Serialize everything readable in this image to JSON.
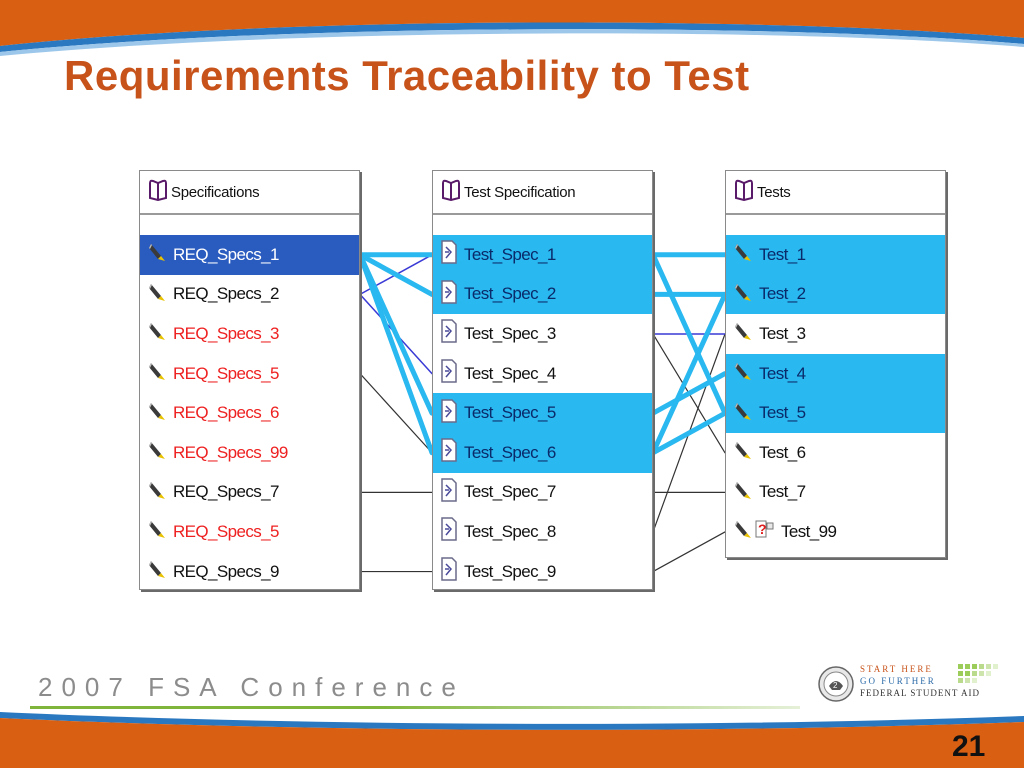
{
  "slide": {
    "title": "Requirements Traceability to Test",
    "conference": "2007 FSA Conference",
    "page_number": "21"
  },
  "logo": {
    "line1": "START HERE",
    "line2": "GO FURTHER",
    "line3": "FEDERAL STUDENT AID",
    "seal_icon": "department-seal-icon"
  },
  "colors": {
    "title": "#c8531a",
    "band_orange": "#d95f12",
    "band_blue": "#2a78c0",
    "highlight_dark": "#2a5bbf",
    "highlight_light": "#29b8ef",
    "link_strong": "#29b8ef",
    "link_selected": "#3a3ad6",
    "link_plain": "#333333",
    "red_text": "#ee2020",
    "conference_line": "#7fb53a"
  },
  "panels": {
    "specifications": {
      "header": "Specifications",
      "header_icon": "book-icon",
      "item_icon": "pencil-icon",
      "items": [
        {
          "label": "REQ_Specs_1",
          "style": "selected"
        },
        {
          "label": "REQ_Specs_2",
          "style": "normal"
        },
        {
          "label": "REQ_Specs_3",
          "style": "red"
        },
        {
          "label": "REQ_Specs_5",
          "style": "red"
        },
        {
          "label": "REQ_Specs_6",
          "style": "red"
        },
        {
          "label": "REQ_Specs_99",
          "style": "red"
        },
        {
          "label": "REQ_Specs_7",
          "style": "normal"
        },
        {
          "label": "REQ_Specs_5",
          "style": "red"
        },
        {
          "label": "REQ_Specs_9",
          "style": "normal"
        }
      ]
    },
    "test_specification": {
      "header": "Test Specification",
      "header_icon": "book-icon",
      "item_icon": "test-document-icon",
      "items": [
        {
          "label": "Test_Spec_1",
          "style": "highlight"
        },
        {
          "label": "Test_Spec_2",
          "style": "highlight"
        },
        {
          "label": "Test_Spec_3",
          "style": "normal"
        },
        {
          "label": "Test_Spec_4",
          "style": "normal"
        },
        {
          "label": "Test_Spec_5",
          "style": "highlight"
        },
        {
          "label": "Test_Spec_6",
          "style": "highlight"
        },
        {
          "label": "Test_Spec_7",
          "style": "normal"
        },
        {
          "label": "Test_Spec_8",
          "style": "normal"
        },
        {
          "label": "Test_Spec_9",
          "style": "normal"
        }
      ]
    },
    "tests": {
      "header": "Tests",
      "header_icon": "book-icon",
      "item_icon": "pencil-icon",
      "items": [
        {
          "label": "Test_1",
          "style": "highlight"
        },
        {
          "label": "Test_2",
          "style": "highlight"
        },
        {
          "label": "Test_3",
          "style": "normal"
        },
        {
          "label": "Test_4",
          "style": "highlight"
        },
        {
          "label": "Test_5",
          "style": "highlight"
        },
        {
          "label": "Test_6",
          "style": "normal"
        },
        {
          "label": "Test_7",
          "style": "normal"
        },
        {
          "label": "Test_99",
          "style": "missing"
        }
      ]
    }
  },
  "links": {
    "spec_to_testspec": [
      {
        "from": "REQ_Specs_1",
        "to": "Test_Spec_1",
        "kind": "strong"
      },
      {
        "from": "REQ_Specs_1",
        "to": "Test_Spec_2",
        "kind": "strong"
      },
      {
        "from": "REQ_Specs_1",
        "to": "Test_Spec_5",
        "kind": "strong"
      },
      {
        "from": "REQ_Specs_1",
        "to": "Test_Spec_6",
        "kind": "strong"
      },
      {
        "from": "REQ_Specs_2",
        "to": "Test_Spec_1",
        "kind": "selected"
      },
      {
        "from": "REQ_Specs_2",
        "to": "Test_Spec_4",
        "kind": "selected"
      },
      {
        "from": "REQ_Specs_5",
        "to": "Test_Spec_6",
        "kind": "plain"
      },
      {
        "from": "REQ_Specs_7",
        "to": "Test_Spec_7",
        "kind": "plain"
      },
      {
        "from": "REQ_Specs_9",
        "to": "Test_Spec_9",
        "kind": "plain"
      }
    ],
    "testspec_to_tests": [
      {
        "from": "Test_Spec_1",
        "to": "Test_1",
        "kind": "strong"
      },
      {
        "from": "Test_Spec_1",
        "to": "Test_5",
        "kind": "strong"
      },
      {
        "from": "Test_Spec_2",
        "to": "Test_2",
        "kind": "strong"
      },
      {
        "from": "Test_Spec_3",
        "to": "Test_3",
        "kind": "selected"
      },
      {
        "from": "Test_Spec_3",
        "to": "Test_6",
        "kind": "plain"
      },
      {
        "from": "Test_Spec_5",
        "to": "Test_4",
        "kind": "strong"
      },
      {
        "from": "Test_Spec_6",
        "to": "Test_5",
        "kind": "strong"
      },
      {
        "from": "Test_Spec_6",
        "to": "Test_2",
        "kind": "strong"
      },
      {
        "from": "Test_Spec_7",
        "to": "Test_7",
        "kind": "plain"
      },
      {
        "from": "Test_Spec_8",
        "to": "Test_3",
        "kind": "plain"
      },
      {
        "from": "Test_Spec_9",
        "to": "Test_99",
        "kind": "plain"
      }
    ]
  }
}
